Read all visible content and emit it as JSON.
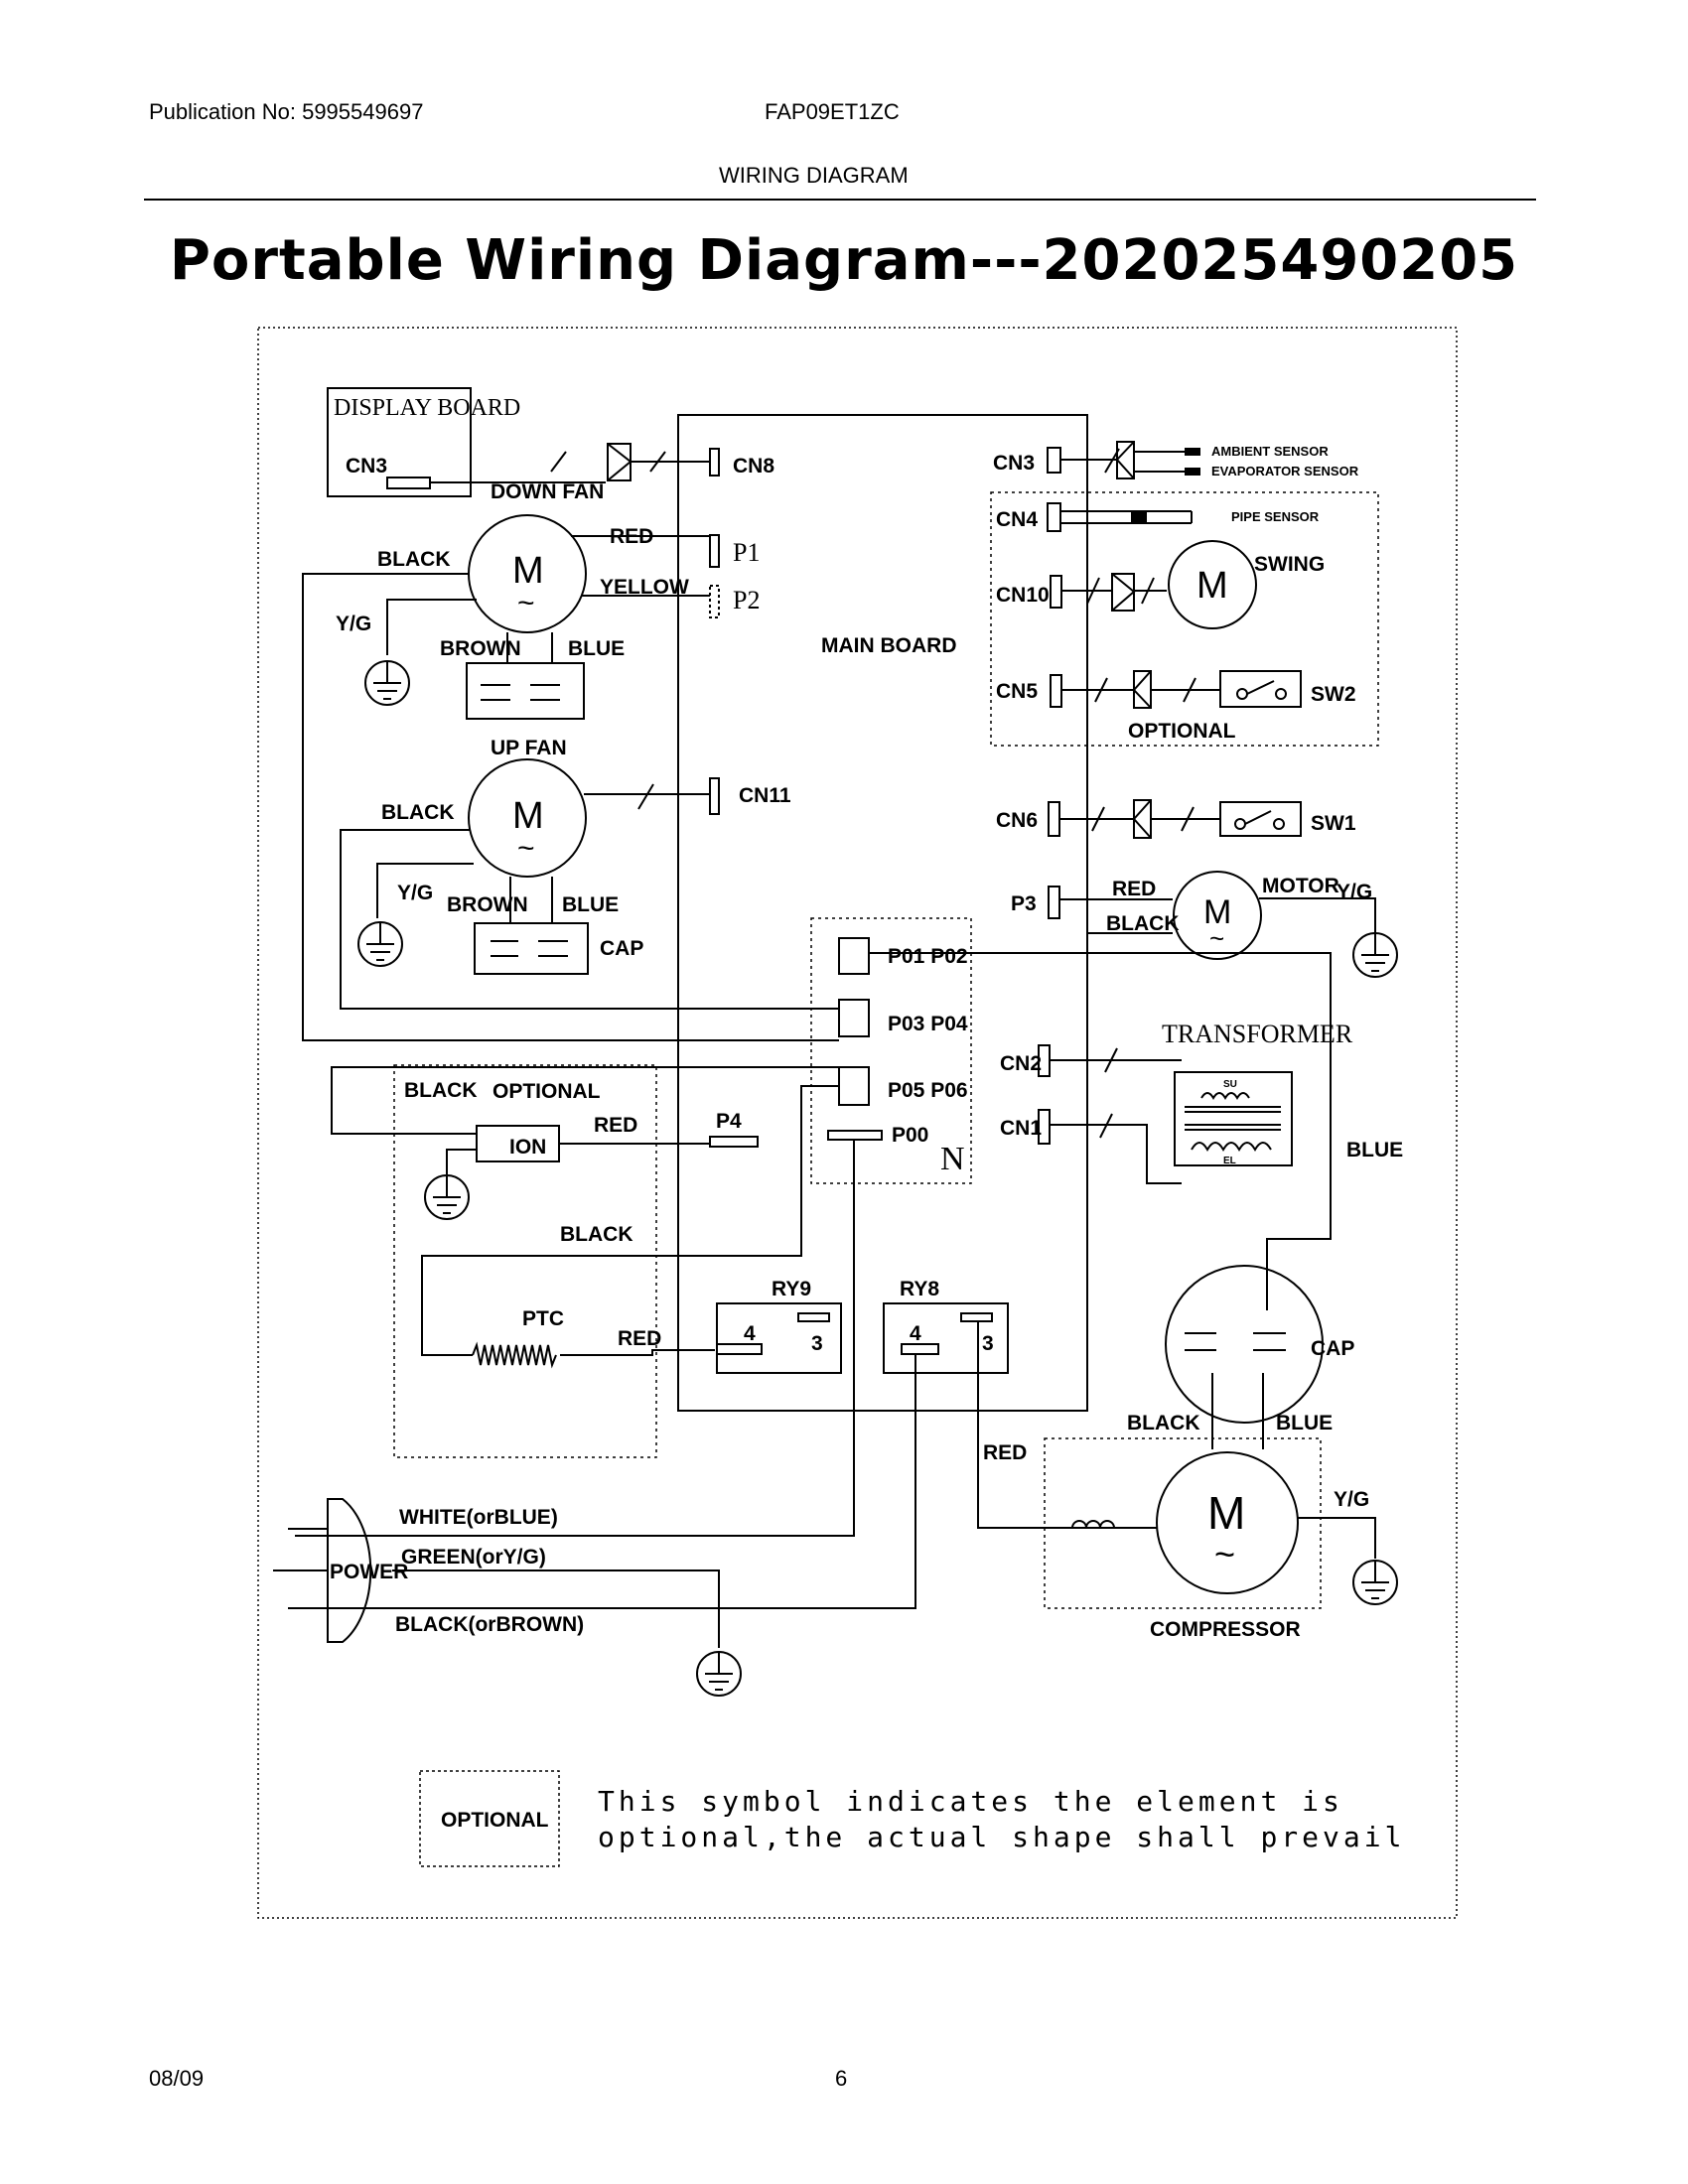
{
  "header": {
    "publication": "Publication No: 5995549697",
    "model": "FAP09ET1ZC",
    "section": "WIRING DIAGRAM"
  },
  "title": "Portable Wiring Diagram---202025490205",
  "labels": {
    "display_board": "DISPLAY BOARD",
    "cn3_display": "CN3",
    "down_fan": "DOWN FAN",
    "cn8": "CN8",
    "red_p1": "RED",
    "p1": "P1",
    "yellow": "YELLOW",
    "p2": "P2",
    "black_down": "BLACK",
    "yg_down": "Y/G",
    "brown_down": "BROWN",
    "blue_down": "BLUE",
    "main_board": "MAIN BOARD",
    "up_fan": "UP FAN",
    "cn11": "CN11",
    "black_up": "BLACK",
    "yg_up": "Y/G",
    "brown_up": "BROWN",
    "blue_up": "BLUE",
    "cap_up": "CAP",
    "cn3_main": "CN3",
    "ambient_sensor": "AMBIENT SENSOR",
    "evaporator_sensor": "EVAPORATOR SENSOR",
    "cn4": "CN4",
    "pipe_sensor": "PIPE SENSOR",
    "cn10": "CN10",
    "swing": "SWING",
    "cn5": "CN5",
    "sw2": "SW2",
    "optional_right": "OPTIONAL",
    "cn6": "CN6",
    "sw1": "SW1",
    "p3": "P3",
    "red_motor": "RED",
    "black_motor": "BLACK",
    "motor": "MOTOR",
    "yg_motor": "Y/G",
    "p01_p02": "P01 P02",
    "p03_p04": "P03 P04",
    "p05_p06": "P05 P06",
    "p00": "P00",
    "n": "N",
    "transformer": "TRANSFORMER",
    "cn2": "CN2",
    "cn1": "CN1",
    "su": "SU",
    "el": "EL",
    "blue_right": "BLUE",
    "black_opt": "BLACK",
    "optional_left": "OPTIONAL",
    "red_ion": "RED",
    "p4": "P4",
    "ion": "ION",
    "black_ptc": "BLACK",
    "ptc": "PTC",
    "red_ptc": "RED",
    "ry9": "RY9",
    "ry9_4": "4",
    "ry9_3": "3",
    "ry8": "RY8",
    "ry8_4": "4",
    "ry8_3": "3",
    "cap_comp": "CAP",
    "black_comp": "BLACK",
    "blue_comp": "BLUE",
    "red_comp": "RED",
    "yg_comp": "Y/G",
    "compressor": "COMPRESSOR",
    "power": "POWER",
    "white_blue": "WHITE(orBLUE)",
    "green_yg": "GREEN(orY/G)",
    "black_brown": "BLACK(orBROWN)",
    "optional_legend": "OPTIONAL",
    "legend_line1": "This symbol indicates the element is",
    "legend_line2": "optional,the actual shape shall prevail"
  },
  "motor_glyph": "M",
  "ac_glyph": "~",
  "footer": {
    "date": "08/09",
    "page": "6"
  }
}
